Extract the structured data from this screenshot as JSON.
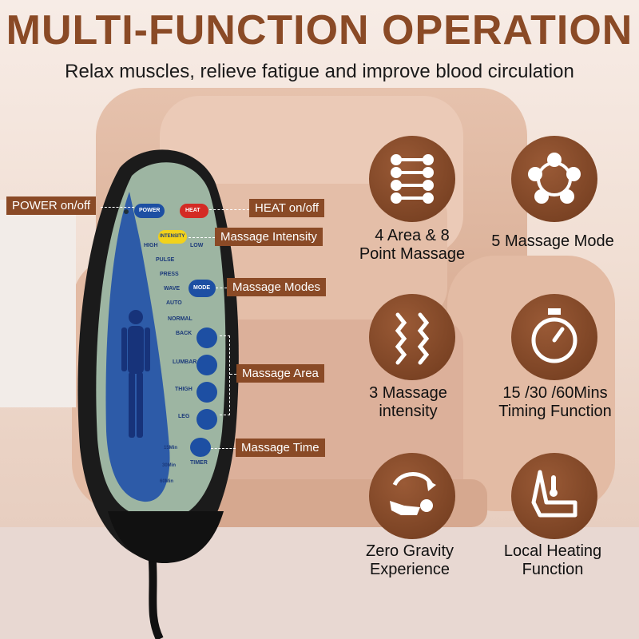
{
  "header": {
    "title": "MULTI-FUNCTION OPERATION",
    "subtitle": "Relax muscles, relieve fatigue and improve blood circulation"
  },
  "colors": {
    "brand_brown": "#8a4a26",
    "remote_panel": "#9db5a2",
    "remote_blue": "#1d4fa3",
    "heat_red": "#d42a24",
    "intensity_yellow": "#f2d21b"
  },
  "callouts": {
    "power": "POWER on/off",
    "heat": "HEAT on/off",
    "intensity": "Massage Intensity",
    "modes": "Massage Modes",
    "area": "Massage Area",
    "time": "Massage Time"
  },
  "remote": {
    "power_label": "POWER",
    "heat_label": "HEAT",
    "intensity_label": "INTENSITY",
    "high_label": "HIGH",
    "low_label": "LOW",
    "mode_label": "MODE",
    "modes": [
      "PULSE",
      "PRESS",
      "WAVE",
      "AUTO",
      "NORMAL"
    ],
    "areas": [
      "BACK",
      "LUMBAR",
      "THIGH",
      "LEG"
    ],
    "timers": [
      "15Min",
      "30Min",
      "60Min"
    ],
    "timer_label": "TIMER"
  },
  "features": [
    {
      "icon": "massage-points-icon",
      "line1": "4 Area & 8",
      "line2": "Point Massage"
    },
    {
      "icon": "massage-mode-icon",
      "line1": "5 Massage Mode",
      "line2": ""
    },
    {
      "icon": "intensity-wave-icon",
      "line1": "3 Massage",
      "line2": "intensity"
    },
    {
      "icon": "stopwatch-icon",
      "line1": "15 /30 /60Mins",
      "line2": "Timing Function"
    },
    {
      "icon": "zero-gravity-icon",
      "line1": "Zero Gravity",
      "line2": "Experience"
    },
    {
      "icon": "heated-seat-icon",
      "line1": "Local Heating",
      "line2": "Function"
    }
  ]
}
